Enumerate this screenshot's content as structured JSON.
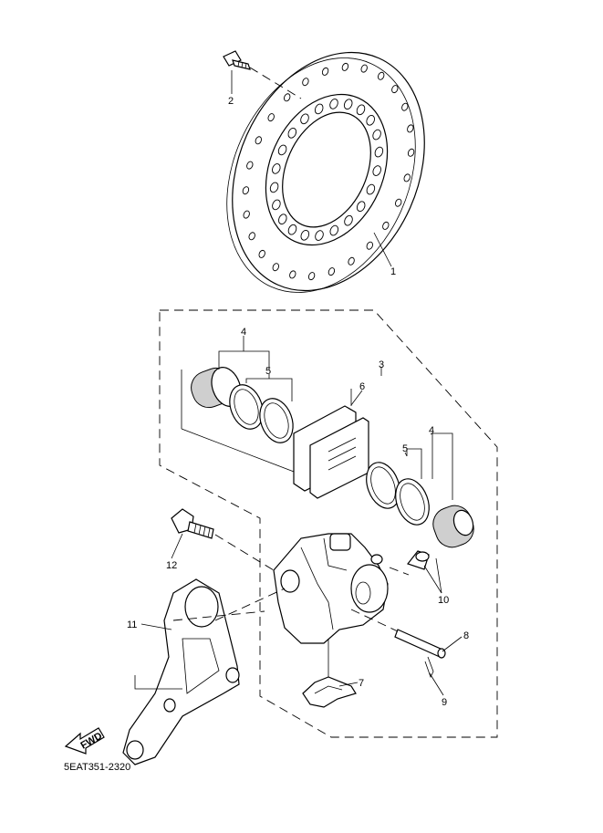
{
  "diagram": {
    "code": "5EAT351-2320",
    "fwd_label": "FWD",
    "callouts": [
      "1",
      "2",
      "3",
      "4",
      "5",
      "6",
      "4",
      "5",
      "7",
      "8",
      "9",
      "10",
      "11",
      "12"
    ]
  }
}
